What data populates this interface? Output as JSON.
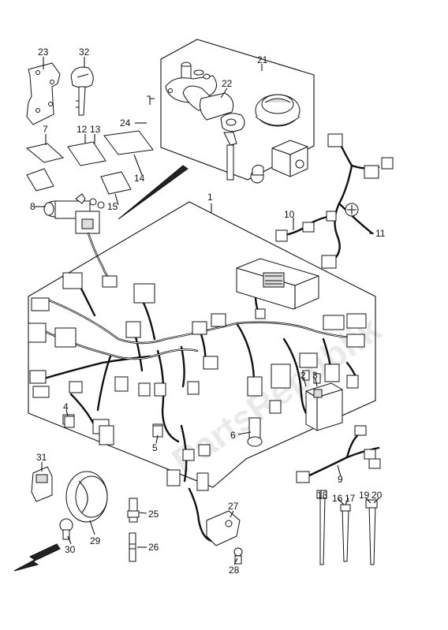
{
  "diagram": {
    "callouts": [
      "1",
      "2",
      "3",
      "4",
      "5",
      "6",
      "7",
      "8",
      "9",
      "10",
      "11",
      "12",
      "13",
      "14",
      "15",
      "16",
      "17",
      "18",
      "19",
      "20",
      "21",
      "22",
      "23",
      "24",
      "25",
      "26",
      "27",
      "28",
      "29",
      "30",
      "31",
      "32"
    ],
    "watermark": "PartsRepublik"
  }
}
